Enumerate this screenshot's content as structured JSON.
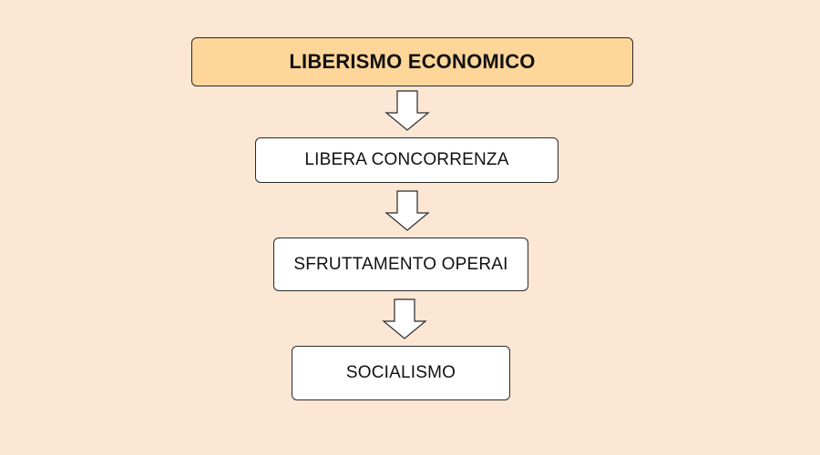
{
  "diagram": {
    "nodes": [
      {
        "label": "LIBERISMO ECONOMICO",
        "fill": "#ffd699"
      },
      {
        "label": "LIBERA CONCORRENZA",
        "fill": "#ffffff"
      },
      {
        "label": "SFRUTTAMENTO OPERAI",
        "fill": "#ffffff"
      },
      {
        "label": "SOCIALISMO",
        "fill": "#ffffff"
      }
    ],
    "edges": [
      {
        "from": 0,
        "to": 1
      },
      {
        "from": 1,
        "to": 2
      },
      {
        "from": 2,
        "to": 3
      }
    ],
    "colors": {
      "background": "#fce6d4",
      "border": "#2a2a2a",
      "arrow_fill": "#ffffff"
    }
  }
}
